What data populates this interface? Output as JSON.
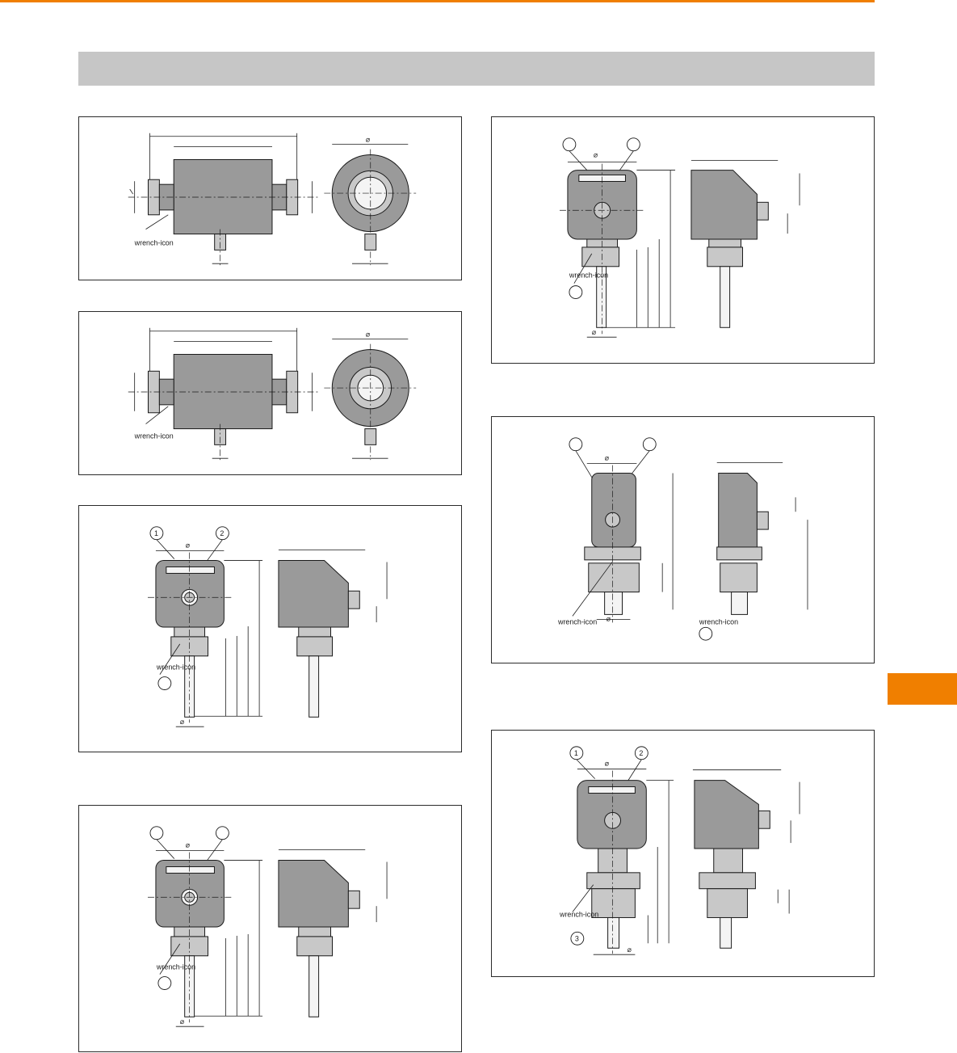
{
  "colors": {
    "accent_orange": "#f07f00",
    "header_gray": "#c6c6c6",
    "housing_gray": "#9a9a9a"
  },
  "symbols": {
    "diameter": "⌀",
    "wrench": "wrench-icon"
  },
  "callouts": {
    "c1": "1",
    "c2": "2",
    "c3": "3"
  }
}
